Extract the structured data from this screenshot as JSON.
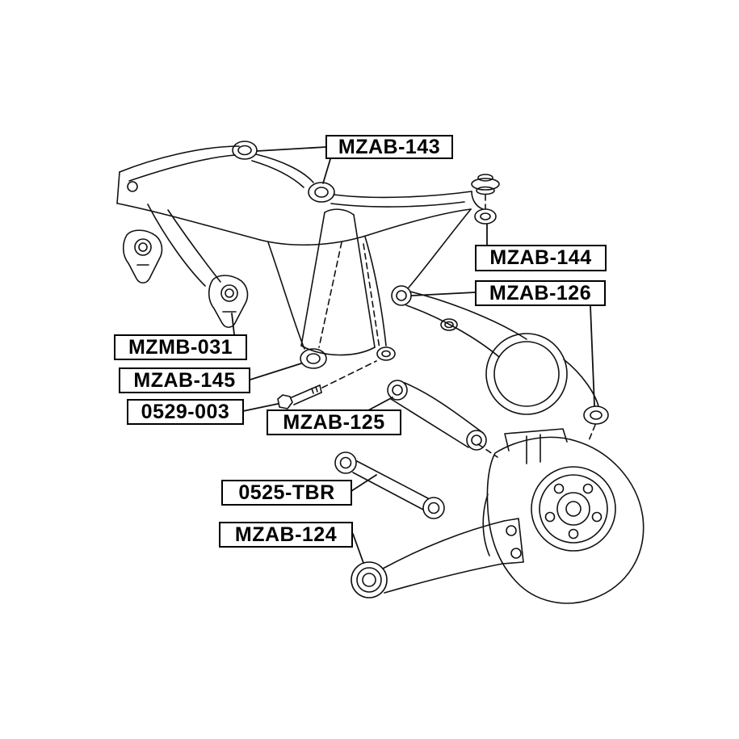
{
  "diagram": {
    "type": "exploded-parts-diagram",
    "subject": "Rear suspension subframe, control arms, knuckle and bushings",
    "background_color": "#ffffff",
    "line_color": "#111111",
    "labels": [
      {
        "id": "mzab-143",
        "text": "MZAB-143"
      },
      {
        "id": "mzab-144",
        "text": "MZAB-144"
      },
      {
        "id": "mzab-126",
        "text": "MZAB-126"
      },
      {
        "id": "mzmb-031",
        "text": "MZMB-031"
      },
      {
        "id": "mzab-145",
        "text": "MZAB-145"
      },
      {
        "id": "0529-003",
        "text": "0529-003"
      },
      {
        "id": "mzab-125",
        "text": "MZAB-125"
      },
      {
        "id": "0525-tbr",
        "text": "0525-TBR"
      },
      {
        "id": "mzab-124",
        "text": "MZAB-124"
      }
    ]
  }
}
